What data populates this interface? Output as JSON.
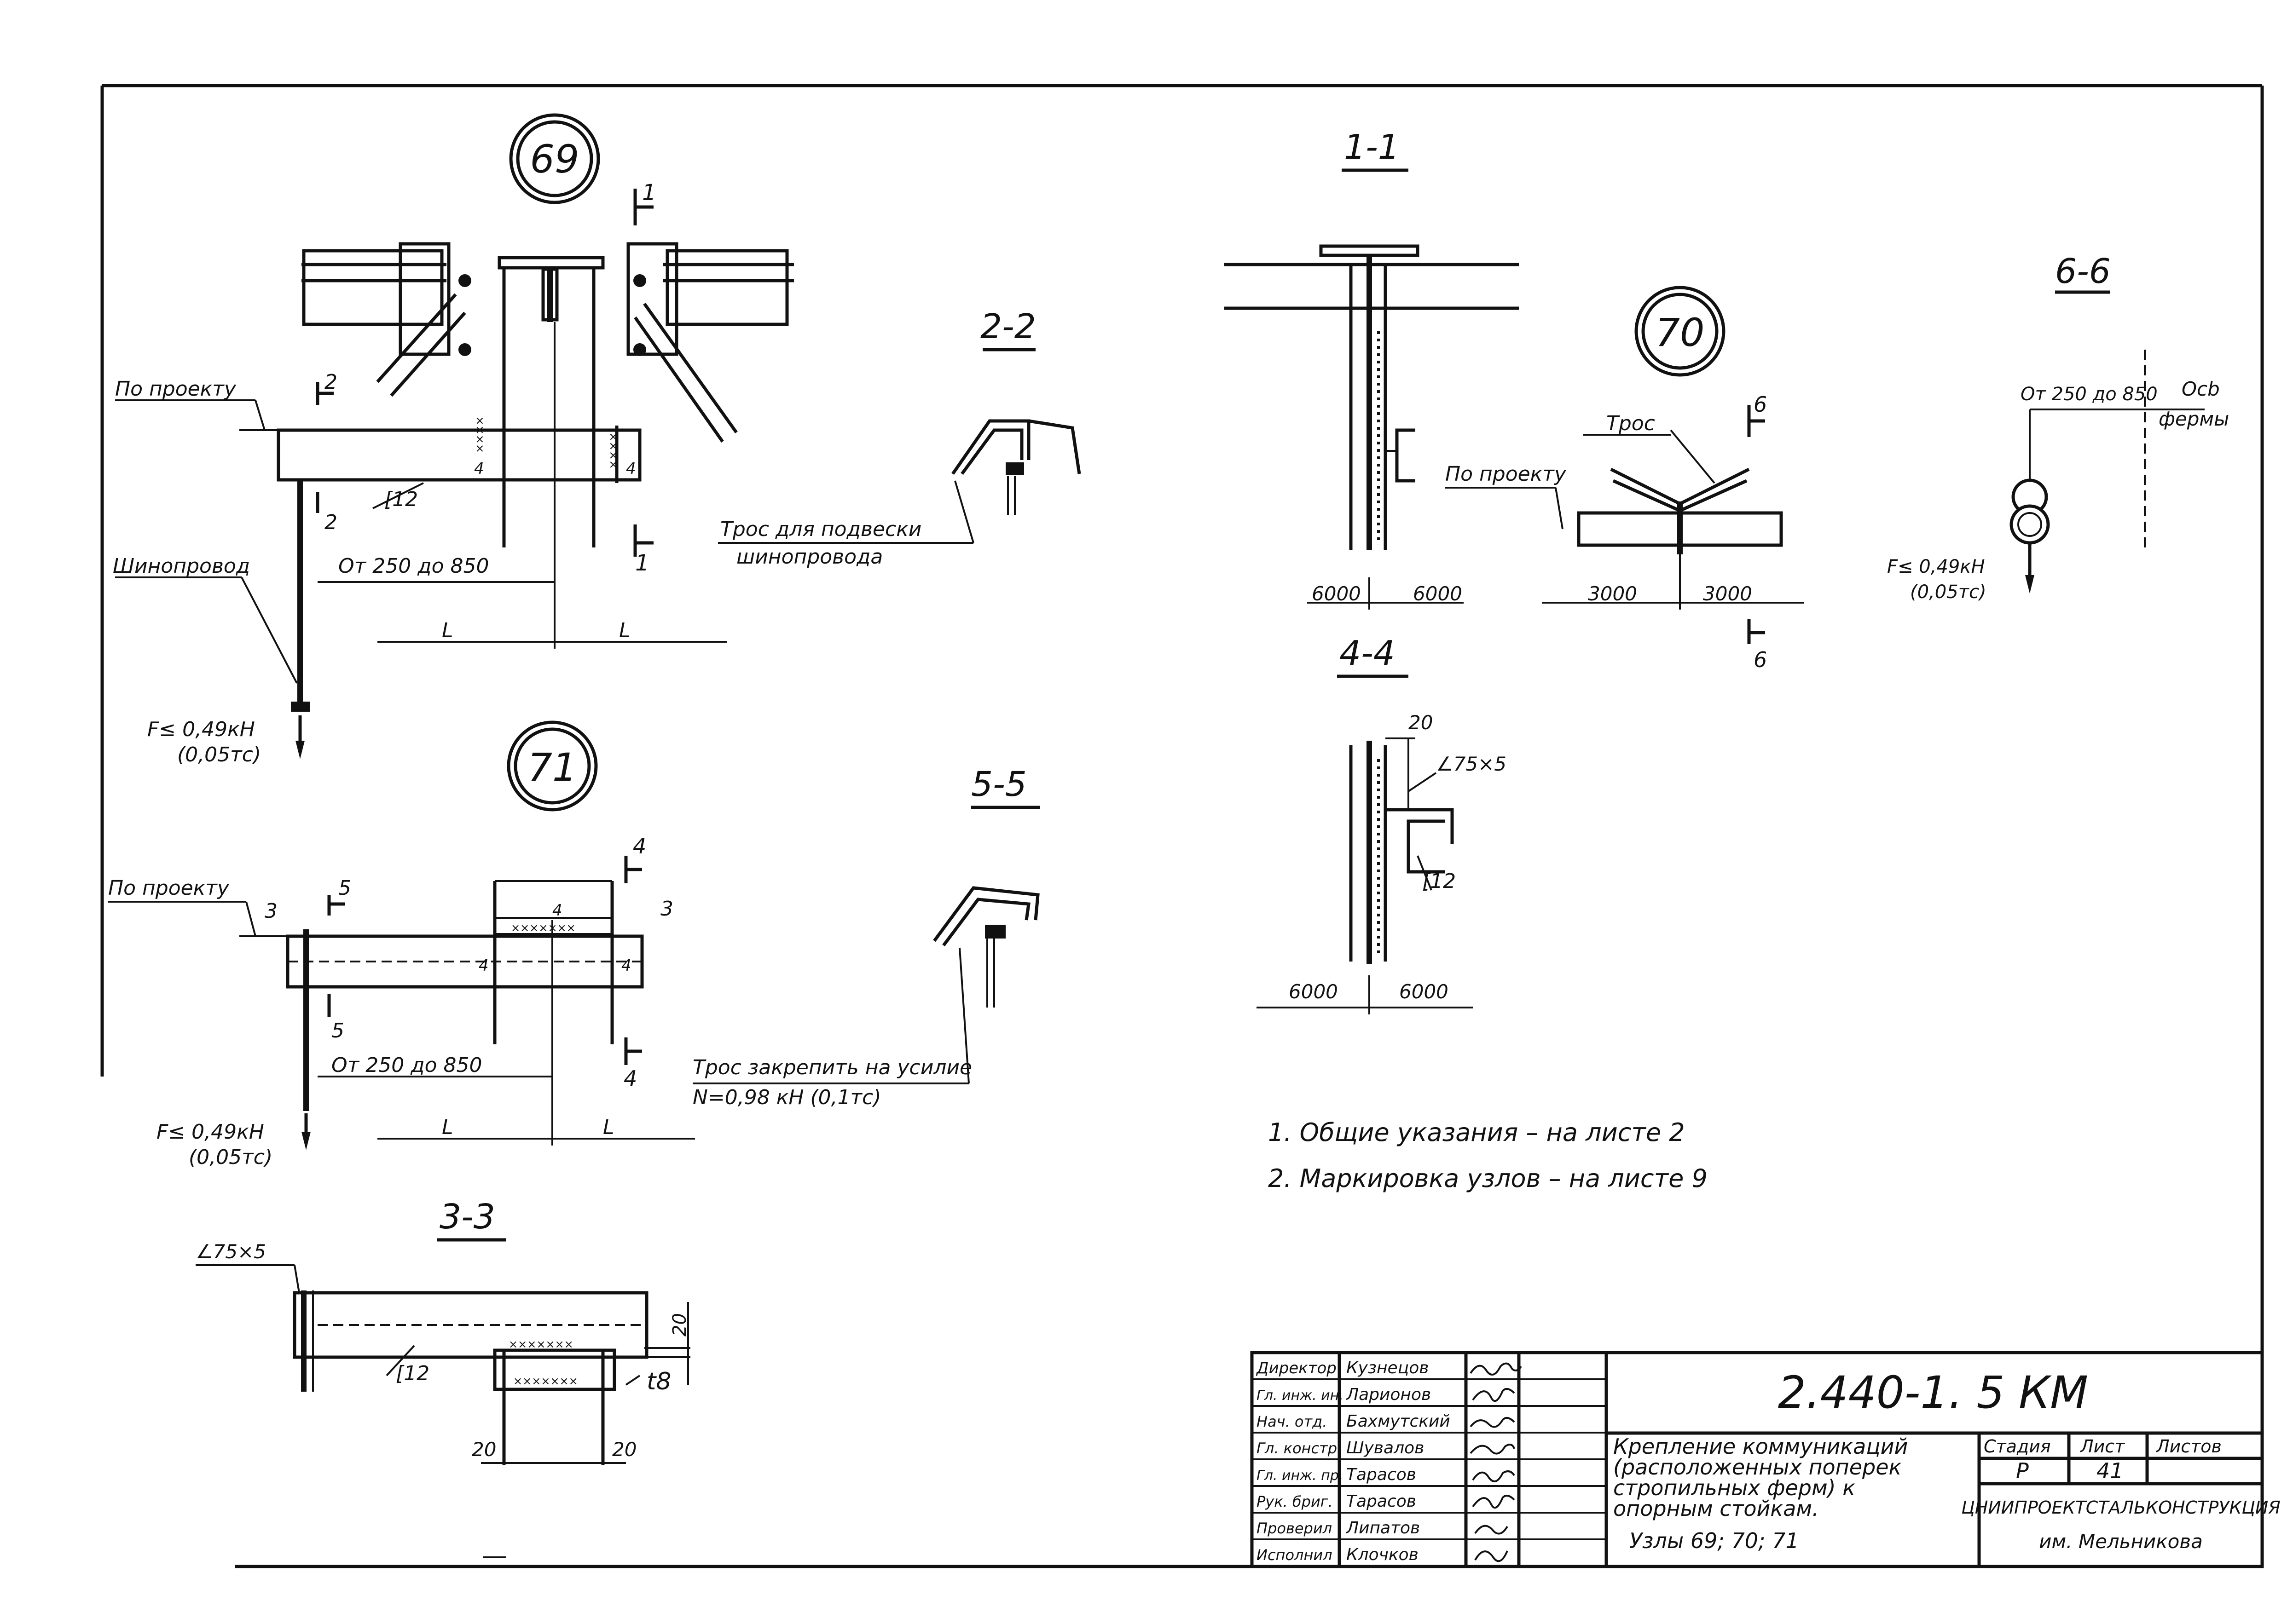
{
  "nodes": {
    "n69": "69",
    "n70": "70",
    "n71": "71"
  },
  "sections": {
    "s11": "1-1",
    "s22": "2-2",
    "s33": "3-3",
    "s44": "4-4",
    "s55": "5-5",
    "s66": "6-6"
  },
  "marks": {
    "m1": "1",
    "m2": "2",
    "m3": "3",
    "m4": "4",
    "m5": "5",
    "m6": "6"
  },
  "labels": {
    "po_proektu": "По проекту",
    "shinoprovod": "Шинопровод",
    "ot_250_850": "От 250 до 850",
    "ot_250_850_short": "От 250 до 850",
    "L": "L",
    "c12": "[12",
    "force_kn": "F≤ 0,49кН",
    "force_tc": "(0,05тс)",
    "tros_podveski_1": "Трос для подвески",
    "tros_podveski_2": "шинопровода",
    "tros_zakrepit_1": "Трос закрепить на усилие",
    "tros_zakrepit_2": "N=0,98 кН (0,1тс)",
    "tros": "Трос",
    "angle_75x5": "∠75×5",
    "t8": "t8",
    "dim_20": "20",
    "dim_6000": "6000",
    "dim_3000": "3000",
    "os_fermy_1": "Осb",
    "os_fermy_2": "фермы",
    "weld_4": "4"
  },
  "notes": [
    "1. Общие указания – на листе 2",
    "2. Маркировка узлов – на листе 9"
  ],
  "title_block": {
    "code": "2.440-1. 5 КМ",
    "title_lines": [
      "Крепление коммуникаций",
      "(расположенных поперек",
      "стропильных ферм) к",
      "опорным стойкам.",
      "Узлы 69; 70; 71"
    ],
    "stage_header": "Стадия",
    "sheet_header": "Лист",
    "sheets_header": "Листов",
    "stage": "Р",
    "sheet": "41",
    "sheets": "",
    "org_line1": "ЦНИИПРОЕКТСТАЛЬКОНСТРУКЦИЯ",
    "org_line2": "им. Мельникова",
    "staff": [
      {
        "role": "Директор",
        "name": "Кузнецов"
      },
      {
        "role": "Гл. инж. ин.",
        "name": "Ларионов"
      },
      {
        "role": "Нач. отд.",
        "name": "Бахмутский"
      },
      {
        "role": "Гл. констр.",
        "name": "Шувалов"
      },
      {
        "role": "Гл. инж. пр.",
        "name": "Тарасов"
      },
      {
        "role": "Рук. бриг.",
        "name": "Тарасов"
      },
      {
        "role": "Проверил",
        "name": "Липатов"
      },
      {
        "role": "Исполнил",
        "name": "Клочков"
      }
    ]
  }
}
